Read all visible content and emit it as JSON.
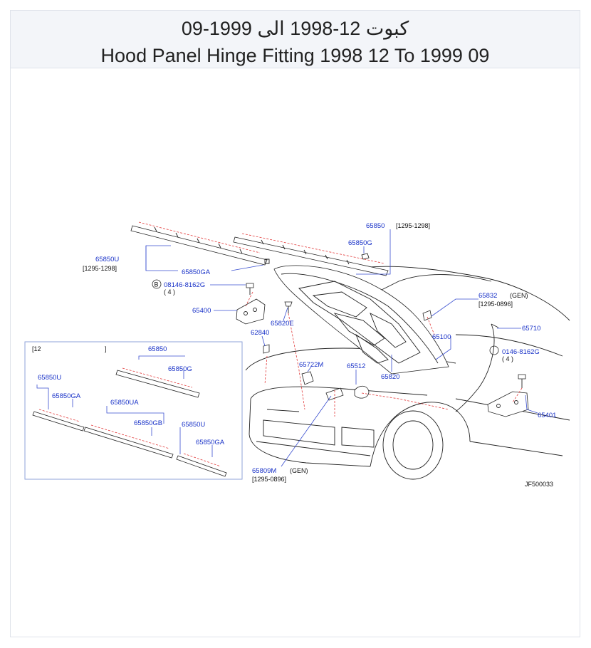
{
  "header": {
    "title_arabic": "كبوت 12-1998 الى 1999-09",
    "title_english": "Hood Panel Hinge Fitting 1998 12 To 1999 09"
  },
  "diagram": {
    "code": "JF500033",
    "labels": {
      "p65850_top": "65850",
      "r1295_1298_top": "[1295-1298]",
      "p65850G_top": "65850G",
      "p65850U_left": "65850U",
      "r1295_1298_left": "[1295-1298]",
      "p65850GA_top": "65850GA",
      "bolt_B_circle": "B",
      "bolt_08146": "08146-8162G",
      "qty_4_left": "( 4 )",
      "p65400": "65400",
      "p65820E": "65820E",
      "p62840": "62840",
      "p65832": "65832",
      "gen_65832": "(GEN)",
      "r1295_0896_right": "[1295-0896]",
      "p65710": "65710",
      "p65100": "65100",
      "bolt_right": "0146-8162G",
      "qty_right": "( 4 )",
      "p65722M": "65722M",
      "p65512": "65512",
      "p65820": "65820",
      "p65401": "65401",
      "p65809M": "65809M",
      "gen_65809M": "(GEN)",
      "r1295_0896_bottom": "[1295-0896]"
    },
    "inset": {
      "range": "[12",
      "range_close": "]",
      "p65850": "65850",
      "p65850G": "65850G",
      "p65850U_a": "65850U",
      "p65850GA_a": "65850GA",
      "p65850UA": "65850UA",
      "p65850GB": "65850GB",
      "p65850U_b": "65850U",
      "p65850GA_b": "65850GA"
    }
  },
  "colors": {
    "label_blue": "#1a33c8",
    "dash_red": "#e23b3b",
    "line_black": "#222222"
  }
}
